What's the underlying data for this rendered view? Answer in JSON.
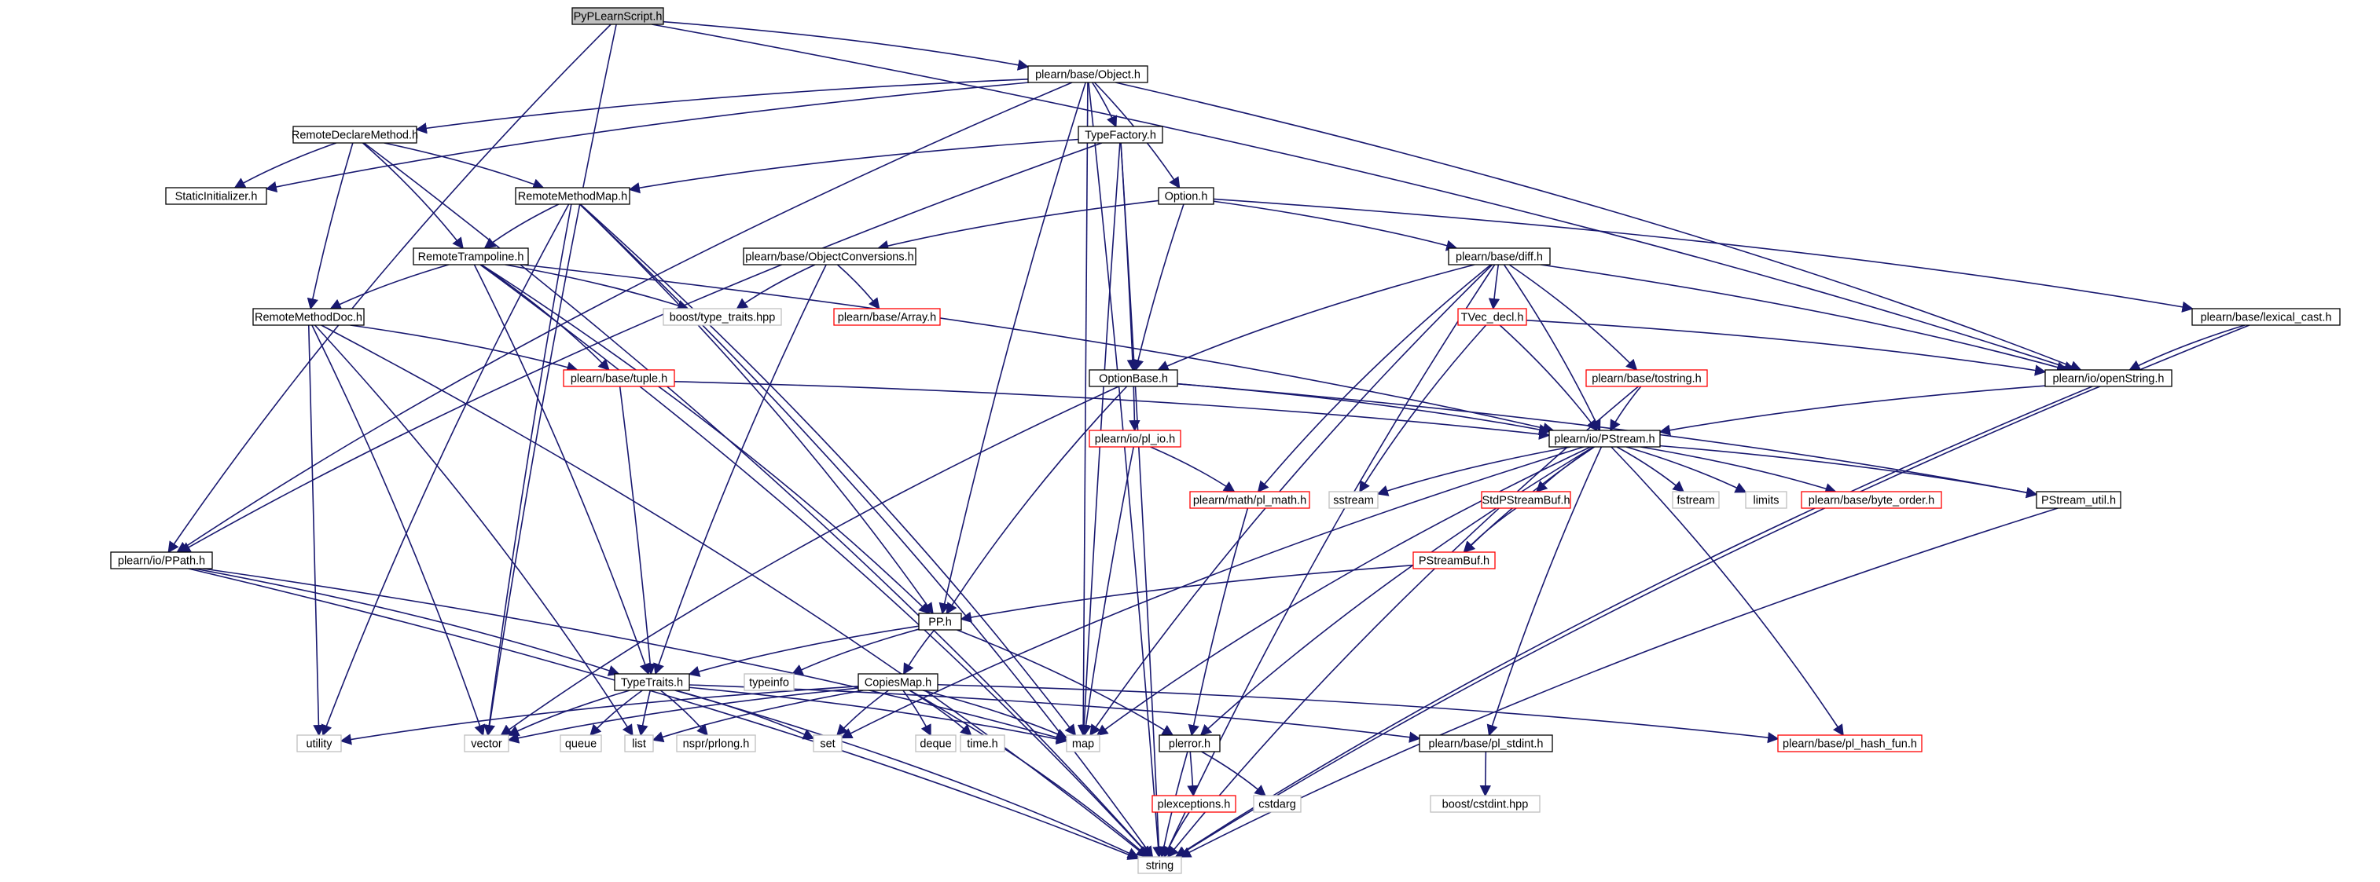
{
  "title": "PyPLearnScript.h",
  "colors": {
    "edge": "#191970",
    "edge_red": "#cc0000",
    "normal_border": "#000000",
    "external_border": "#bfbfbf",
    "incomplete_border": "#ff0000",
    "root_fill": "#bfbfbf",
    "node_fill": "#ffffff"
  },
  "nodes": [
    {
      "id": "pyplearnscript",
      "label": "PyPLearnScript.h",
      "kind": "root"
    },
    {
      "id": "object",
      "label": "plearn/base/Object.h",
      "kind": "normal"
    },
    {
      "id": "remotedeclaremethod",
      "label": "RemoteDeclareMethod.h",
      "kind": "normal"
    },
    {
      "id": "typefactory",
      "label": "TypeFactory.h",
      "kind": "normal"
    },
    {
      "id": "staticinitializer",
      "label": "StaticInitializer.h",
      "kind": "normal"
    },
    {
      "id": "remotemethodmap",
      "label": "RemoteMethodMap.h",
      "kind": "normal"
    },
    {
      "id": "option",
      "label": "Option.h",
      "kind": "normal"
    },
    {
      "id": "objectconversions",
      "label": "plearn/base/ObjectConversions.h",
      "kind": "normal"
    },
    {
      "id": "diff",
      "label": "plearn/base/diff.h",
      "kind": "normal"
    },
    {
      "id": "remotetrampoline",
      "label": "RemoteTrampoline.h",
      "kind": "normal"
    },
    {
      "id": "remotemethoddoc",
      "label": "RemoteMethodDoc.h",
      "kind": "normal"
    },
    {
      "id": "boosttypetraits",
      "label": "boost/type_traits.hpp",
      "kind": "external"
    },
    {
      "id": "array",
      "label": "plearn/base/Array.h",
      "kind": "incomplete"
    },
    {
      "id": "tvecdecl",
      "label": "TVec_decl.h",
      "kind": "incomplete"
    },
    {
      "id": "lexicalcast",
      "label": "plearn/base/lexical_cast.h",
      "kind": "normal"
    },
    {
      "id": "tuple",
      "label": "plearn/base/tuple.h",
      "kind": "incomplete"
    },
    {
      "id": "optionbase",
      "label": "OptionBase.h",
      "kind": "normal"
    },
    {
      "id": "tostring",
      "label": "plearn/base/tostring.h",
      "kind": "incomplete"
    },
    {
      "id": "openstring",
      "label": "plearn/io/openString.h",
      "kind": "normal"
    },
    {
      "id": "pl_io",
      "label": "plearn/io/pl_io.h",
      "kind": "incomplete"
    },
    {
      "id": "pstream",
      "label": "plearn/io/PStream.h",
      "kind": "normal"
    },
    {
      "id": "sstream",
      "label": "sstream",
      "kind": "external"
    },
    {
      "id": "pl_math",
      "label": "plearn/math/pl_math.h",
      "kind": "incomplete"
    },
    {
      "id": "stdpstreambuf",
      "label": "StdPStreamBuf.h",
      "kind": "incomplete"
    },
    {
      "id": "fstream",
      "label": "fstream",
      "kind": "external"
    },
    {
      "id": "limits",
      "label": "limits",
      "kind": "external"
    },
    {
      "id": "byteorder",
      "label": "plearn/base/byte_order.h",
      "kind": "incomplete"
    },
    {
      "id": "pstreamutil",
      "label": "PStream_util.h",
      "kind": "normal"
    },
    {
      "id": "ppath",
      "label": "plearn/io/PPath.h",
      "kind": "normal"
    },
    {
      "id": "pstreambuf",
      "label": "PStreamBuf.h",
      "kind": "incomplete"
    },
    {
      "id": "pp",
      "label": "PP.h",
      "kind": "normal"
    },
    {
      "id": "typetraits",
      "label": "TypeTraits.h",
      "kind": "normal"
    },
    {
      "id": "typeinfo",
      "label": "typeinfo",
      "kind": "external"
    },
    {
      "id": "copiesmap",
      "label": "CopiesMap.h",
      "kind": "normal"
    },
    {
      "id": "utility",
      "label": "utility",
      "kind": "external"
    },
    {
      "id": "vector",
      "label": "vector",
      "kind": "external"
    },
    {
      "id": "queue",
      "label": "queue",
      "kind": "external"
    },
    {
      "id": "list",
      "label": "list",
      "kind": "external"
    },
    {
      "id": "nsprprlong",
      "label": "nspr/prlong.h",
      "kind": "external"
    },
    {
      "id": "set",
      "label": "set",
      "kind": "external"
    },
    {
      "id": "deque",
      "label": "deque",
      "kind": "external"
    },
    {
      "id": "timeh",
      "label": "time.h",
      "kind": "external"
    },
    {
      "id": "map",
      "label": "map",
      "kind": "external"
    },
    {
      "id": "plerror",
      "label": "plerror.h",
      "kind": "normal"
    },
    {
      "id": "plstdint",
      "label": "plearn/base/pl_stdint.h",
      "kind": "normal"
    },
    {
      "id": "hashfun",
      "label": "plearn/base/pl_hash_fun.h",
      "kind": "incomplete"
    },
    {
      "id": "boostcstdint",
      "label": "boost/cstdint.hpp",
      "kind": "external"
    },
    {
      "id": "plexceptions",
      "label": "plexceptions.h",
      "kind": "incomplete"
    },
    {
      "id": "cstdarg",
      "label": "cstdarg",
      "kind": "external"
    },
    {
      "id": "string",
      "label": "string",
      "kind": "external"
    }
  ],
  "edges": [
    [
      "pyplearnscript",
      "object"
    ],
    [
      "pyplearnscript",
      "ppath"
    ],
    [
      "pyplearnscript",
      "vector"
    ],
    [
      "pyplearnscript",
      "openstring"
    ],
    [
      "object",
      "remotedeclaremethod"
    ],
    [
      "object",
      "staticinitializer"
    ],
    [
      "object",
      "typefactory"
    ],
    [
      "object",
      "option"
    ],
    [
      "object",
      "pp"
    ],
    [
      "object",
      "map"
    ],
    [
      "object",
      "ppath"
    ],
    [
      "object",
      "openstring"
    ],
    [
      "object",
      "string"
    ],
    [
      "remotedeclaremethod",
      "staticinitializer"
    ],
    [
      "remotedeclaremethod",
      "remotemethodmap"
    ],
    [
      "remotedeclaremethod",
      "remotetrampoline"
    ],
    [
      "remotedeclaremethod",
      "remotemethoddoc"
    ],
    [
      "remotedeclaremethod",
      "string"
    ],
    [
      "typefactory",
      "remotemethodmap"
    ],
    [
      "typefactory",
      "ppath"
    ],
    [
      "typefactory",
      "optionbase"
    ],
    [
      "typefactory",
      "map"
    ],
    [
      "typefactory",
      "string"
    ],
    [
      "remotemethodmap",
      "remotetrampoline"
    ],
    [
      "remotemethodmap",
      "pp"
    ],
    [
      "remotemethodmap",
      "map"
    ],
    [
      "remotemethodmap",
      "string"
    ],
    [
      "remotemethodmap",
      "utility"
    ],
    [
      "remotemethodmap",
      "vector"
    ],
    [
      "option",
      "objectconversions"
    ],
    [
      "option",
      "diff"
    ],
    [
      "option",
      "optionbase"
    ],
    [
      "option",
      "lexicalcast"
    ],
    [
      "objectconversions",
      "boosttypetraits"
    ],
    [
      "objectconversions",
      "array"
    ],
    [
      "objectconversions",
      "typetraits"
    ],
    [
      "diff",
      "optionbase"
    ],
    [
      "diff",
      "tvecdecl"
    ],
    [
      "diff",
      "tostring"
    ],
    [
      "diff",
      "pstream"
    ],
    [
      "diff",
      "openstring"
    ],
    [
      "diff",
      "pl_math"
    ],
    [
      "diff",
      "map"
    ],
    [
      "diff",
      "string"
    ],
    [
      "remotetrampoline",
      "remotemethoddoc"
    ],
    [
      "remotetrampoline",
      "boosttypetraits"
    ],
    [
      "remotetrampoline",
      "tuple"
    ],
    [
      "remotetrampoline",
      "pstream"
    ],
    [
      "remotetrampoline",
      "typetraits"
    ],
    [
      "remotetrampoline",
      "pp"
    ],
    [
      "remotetrampoline",
      "string"
    ],
    [
      "remotemethoddoc",
      "tuple"
    ],
    [
      "remotemethoddoc",
      "utility"
    ],
    [
      "remotemethoddoc",
      "vector"
    ],
    [
      "remotemethoddoc",
      "list"
    ],
    [
      "remotemethoddoc",
      "string"
    ],
    [
      "tuple",
      "pstream"
    ],
    [
      "tuple",
      "typetraits"
    ],
    [
      "tvecdecl",
      "pstream"
    ],
    [
      "tvecdecl",
      "openstring"
    ],
    [
      "tvecdecl",
      "sstream"
    ],
    [
      "tostring",
      "pstream"
    ],
    [
      "tostring",
      "string"
    ],
    [
      "lexicalcast",
      "openstring"
    ],
    [
      "lexicalcast",
      "string"
    ],
    [
      "optionbase",
      "pstream"
    ],
    [
      "optionbase",
      "pl_io"
    ],
    [
      "optionbase",
      "pp"
    ],
    [
      "optionbase",
      "vector"
    ],
    [
      "optionbase",
      "pstreamutil"
    ],
    [
      "openstring",
      "pstream"
    ],
    [
      "openstring",
      "string"
    ],
    [
      "pl_io",
      "pl_math"
    ],
    [
      "pl_io",
      "map"
    ],
    [
      "pl_math",
      "plerror"
    ],
    [
      "pstream",
      "sstream"
    ],
    [
      "pstream",
      "stdpstreambuf"
    ],
    [
      "pstream",
      "pstreambuf"
    ],
    [
      "pstream",
      "fstream"
    ],
    [
      "pstream",
      "limits"
    ],
    [
      "pstream",
      "byteorder"
    ],
    [
      "pstream",
      "pstreamutil"
    ],
    [
      "pstream",
      "set"
    ],
    [
      "pstream",
      "map"
    ],
    [
      "pstream",
      "plerror"
    ],
    [
      "pstream",
      "plstdint"
    ],
    [
      "pstream",
      "hashfun"
    ],
    [
      "stdpstreambuf",
      "pstreambuf"
    ],
    [
      "pstreambuf",
      "pp"
    ],
    [
      "pstreamutil",
      "string"
    ],
    [
      "ppath",
      "typetraits"
    ],
    [
      "ppath",
      "map"
    ],
    [
      "ppath",
      "string"
    ],
    [
      "pp",
      "typetraits"
    ],
    [
      "pp",
      "typeinfo"
    ],
    [
      "pp",
      "copiesmap"
    ],
    [
      "pp",
      "plerror"
    ],
    [
      "typetraits",
      "vector"
    ],
    [
      "typetraits",
      "queue"
    ],
    [
      "typetraits",
      "list"
    ],
    [
      "typetraits",
      "nsprprlong"
    ],
    [
      "typetraits",
      "set"
    ],
    [
      "typetraits",
      "map"
    ],
    [
      "typetraits",
      "plstdint"
    ],
    [
      "typetraits",
      "string"
    ],
    [
      "copiesmap",
      "utility"
    ],
    [
      "copiesmap",
      "vector"
    ],
    [
      "copiesmap",
      "list"
    ],
    [
      "copiesmap",
      "set"
    ],
    [
      "copiesmap",
      "deque"
    ],
    [
      "copiesmap",
      "timeh"
    ],
    [
      "copiesmap",
      "map"
    ],
    [
      "copiesmap",
      "hashfun"
    ],
    [
      "copiesmap",
      "string"
    ],
    [
      "plerror",
      "plexceptions"
    ],
    [
      "plerror",
      "cstdarg"
    ],
    [
      "plerror",
      "string"
    ],
    [
      "plexceptions",
      "string"
    ],
    [
      "plstdint",
      "boostcstdint"
    ]
  ]
}
